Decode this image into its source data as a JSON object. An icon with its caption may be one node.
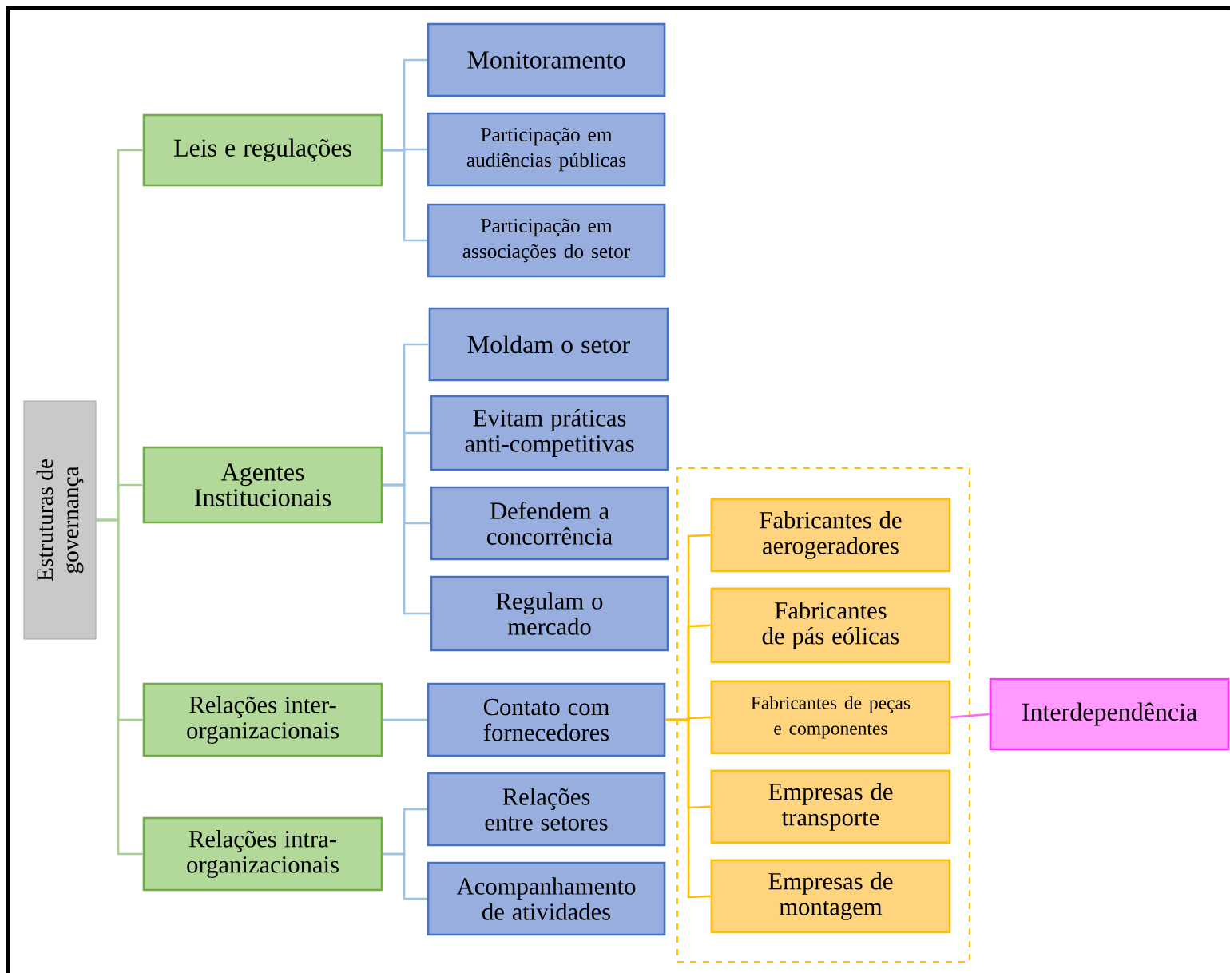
{
  "diagram": {
    "nodes": [
      {
        "text": [
          "Estruturas de governança"
        ]
      },
      {
        "text": [
          "Leis e regulações"
        ]
      },
      {
        "text": [
          "Monitoramento"
        ]
      },
      {
        "text": [
          "Participação em audiências públicas"
        ]
      },
      {
        "text": [
          "Participação em associações do setor"
        ]
      },
      {
        "text": [
          "Agentes Institucionais"
        ]
      },
      {
        "text": [
          "Moldam o setor"
        ]
      },
      {
        "text": [
          "Evitam práticas anti-competitivas"
        ]
      },
      {
        "text": [
          "Defendem a concorrência"
        ]
      },
      {
        "text": [
          "Regulam o mercado"
        ]
      },
      {
        "text": [
          "Relações inter-organizacionais"
        ]
      },
      {
        "text": [
          "Contato com fornecedores"
        ]
      },
      {
        "text": [
          "Relações intra-organizacionais"
        ]
      },
      {
        "text": [
          "Relações entre setores"
        ]
      },
      {
        "text": [
          "Acompanhamento de atividades"
        ]
      },
      {
        "text": [],
        "shape": "box"
      },
      {
        "text": [
          "Fabricantes de aerogeradores"
        ],
        "in": 15
      },
      {
        "text": [
          "Fabricantes de pás eólicas"
        ],
        "in": 15
      },
      {
        "text": [
          "Fabricantes de peças e componentes"
        ],
        "in": 15
      },
      {
        "text": [
          "Empresas de transporte"
        ],
        "in": 15
      },
      {
        "text": [
          "Empresas de montagem"
        ],
        "in": 15
      },
      {
        "text": [
          "Interdependência"
        ]
      }
    ],
    "edges": [
      {
        "from": 0,
        "to": 1,
        "arrow": "none",
        "color": "#a9d18e"
      },
      {
        "from": 0,
        "to": 5,
        "arrow": "none",
        "color": "#a9d18e"
      },
      {
        "from": 0,
        "to": 10,
        "arrow": "none",
        "color": "#a9d18e"
      },
      {
        "from": 0,
        "to": 12,
        "arrow": "none",
        "color": "#a9d18e"
      },
      {
        "from": 1,
        "to": 2,
        "arrow": "none"
      },
      {
        "from": 1,
        "to": 3,
        "arrow": "none"
      },
      {
        "from": 1,
        "to": 4,
        "arrow": "none"
      },
      {
        "from": 5,
        "to": 6,
        "arrow": "none"
      },
      {
        "from": 5,
        "to": 7,
        "arrow": "none"
      },
      {
        "from": 5,
        "to": 8,
        "arrow": "none"
      },
      {
        "from": 5,
        "to": 9,
        "arrow": "none"
      },
      {
        "from": 10,
        "to": 11,
        "arrow": "none"
      },
      {
        "from": 12,
        "to": 13,
        "arrow": "none"
      },
      {
        "from": 12,
        "to": 14,
        "arrow": "none"
      },
      {
        "from": 11,
        "to": 16,
        "arrow": "none",
        "color": "#ffc000"
      },
      {
        "from": 11,
        "to": 17,
        "arrow": "none",
        "color": "#ffc000"
      },
      {
        "from": 11,
        "to": 18,
        "arrow": "none",
        "color": "#ffc000"
      },
      {
        "from": 11,
        "to": 19,
        "arrow": "none",
        "color": "#ffc000"
      },
      {
        "from": 11,
        "to": 20,
        "arrow": "none",
        "color": "#ffc000"
      },
      {
        "from": 18,
        "to": 21,
        "arrow": "none",
        "color": "#ff66ff"
      }
    ]
  }
}
